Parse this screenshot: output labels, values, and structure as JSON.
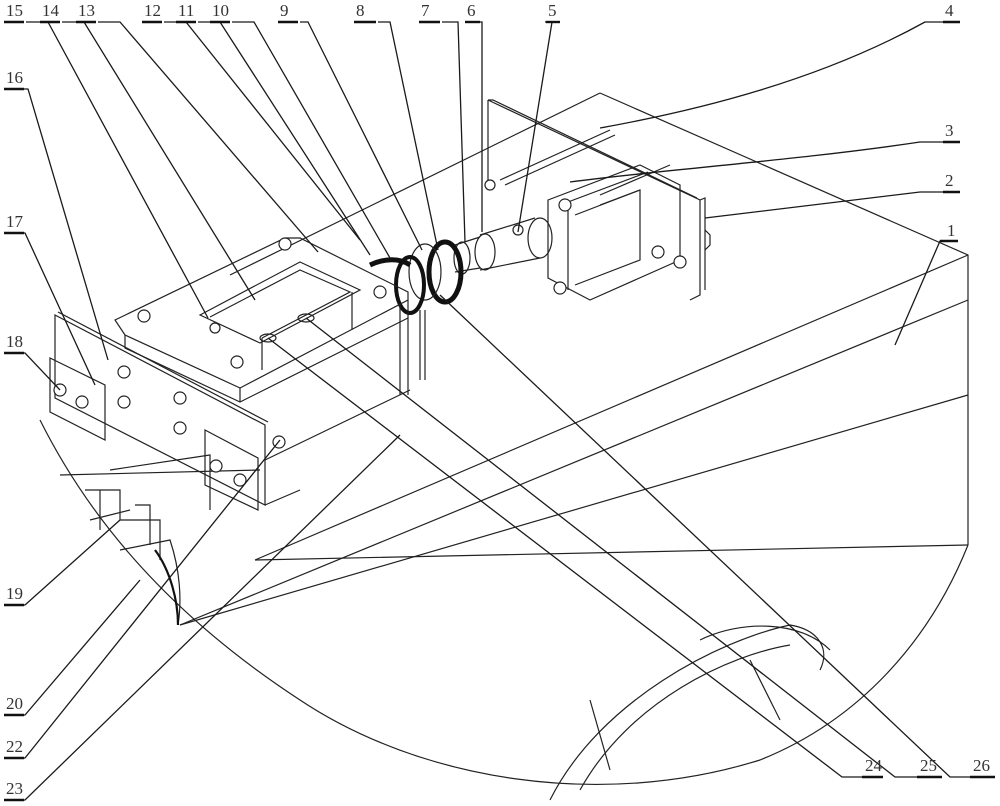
{
  "figure": {
    "type": "patent mechanical assembly drawing (isometric view)",
    "callouts": [
      {
        "id": "c1",
        "number": "1"
      },
      {
        "id": "c2",
        "number": "2"
      },
      {
        "id": "c3",
        "number": "3"
      },
      {
        "id": "c4",
        "number": "4"
      },
      {
        "id": "c5",
        "number": "5"
      },
      {
        "id": "c6",
        "number": "6"
      },
      {
        "id": "c7",
        "number": "7"
      },
      {
        "id": "c8",
        "number": "8"
      },
      {
        "id": "c9",
        "number": "9"
      },
      {
        "id": "c10",
        "number": "10"
      },
      {
        "id": "c11",
        "number": "11"
      },
      {
        "id": "c12",
        "number": "12"
      },
      {
        "id": "c13",
        "number": "13"
      },
      {
        "id": "c14",
        "number": "14"
      },
      {
        "id": "c15",
        "number": "15"
      },
      {
        "id": "c16",
        "number": "16"
      },
      {
        "id": "c17",
        "number": "17"
      },
      {
        "id": "c18",
        "number": "18"
      },
      {
        "id": "c19",
        "number": "19"
      },
      {
        "id": "c20",
        "number": "20"
      },
      {
        "id": "c22",
        "number": "22"
      },
      {
        "id": "c23",
        "number": "23"
      },
      {
        "id": "c24",
        "number": "24"
      },
      {
        "id": "c25",
        "number": "25"
      },
      {
        "id": "c26",
        "number": "26"
      }
    ]
  }
}
